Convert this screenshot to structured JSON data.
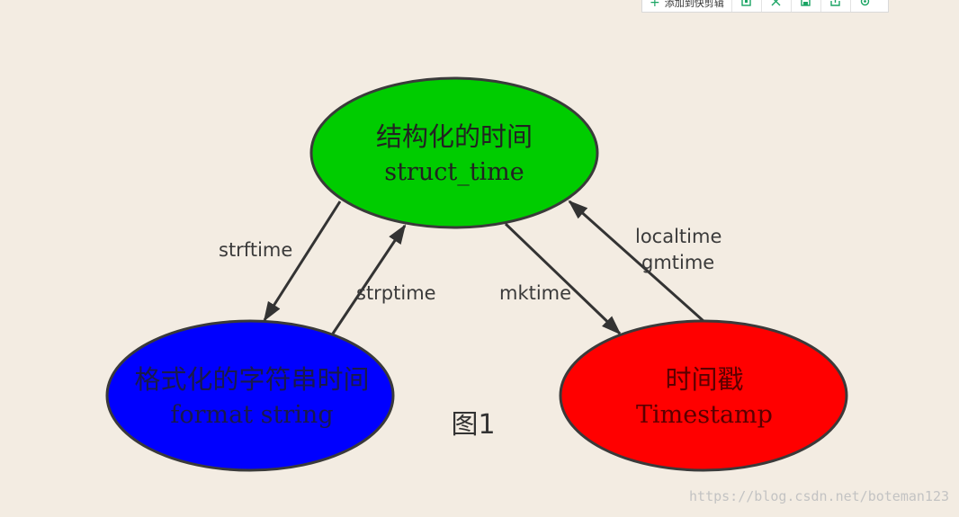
{
  "toolbar": {
    "add_label": "添加到快剪辑",
    "icons": [
      "copy-icon",
      "expand-icon",
      "save-icon",
      "share-icon",
      "settings-icon"
    ]
  },
  "diagram": {
    "nodes": {
      "struct": {
        "title": "结构化的时间",
        "subtitle": "struct_time",
        "fill": "#00cc00"
      },
      "format": {
        "title": "格式化的字符串时间",
        "subtitle": "format string",
        "fill": "#0000ff"
      },
      "timestamp": {
        "title": "时间戳",
        "subtitle": "Timestamp",
        "fill": "#ff0000"
      }
    },
    "edges": {
      "strftime": "strftime",
      "strptime": "strptime",
      "mktime": "mktime",
      "localtime": "localtime",
      "gmtime": "gmtime"
    },
    "caption": "图1"
  },
  "watermark": "https://blog.csdn.net/boteman123"
}
